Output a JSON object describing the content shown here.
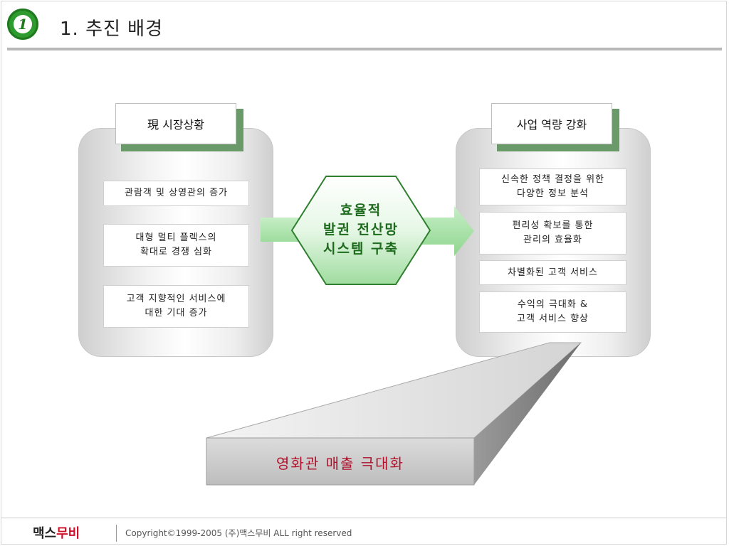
{
  "header": {
    "badge_number": "1",
    "title": "1. 추진 배경"
  },
  "left_panel": {
    "tab_label": "現 시장상황",
    "items": [
      "관람객 및 상영관의 증가",
      "대형 멀티 플렉스의\n확대로 경쟁 심화",
      "고객 지향적인 서비스에\n대한 기대 증가"
    ]
  },
  "center": {
    "lines": [
      "효율적",
      "발권 전산망",
      "시스템 구축"
    ]
  },
  "right_panel": {
    "tab_label": "사업 역량 강화",
    "items": [
      "신속한 정책 결정을 위한\n다양한 정보 분석",
      "편리성 확보를 통한\n관리의 효율화",
      "차별화된 고객 서비스",
      "수익의 극대화 &\n고객 서비스 향상"
    ]
  },
  "result": {
    "label": "영화관 매출 극대화"
  },
  "footer": {
    "logo_main": "맥스",
    "logo_accent": "무비",
    "copyright": "Copyright©1999-2005 (주)맥스무비 ALL right reserved"
  },
  "colors": {
    "accent_green": "#2e9b2e",
    "hex_green": "#1e6b1e",
    "result_red": "#b0102a"
  }
}
